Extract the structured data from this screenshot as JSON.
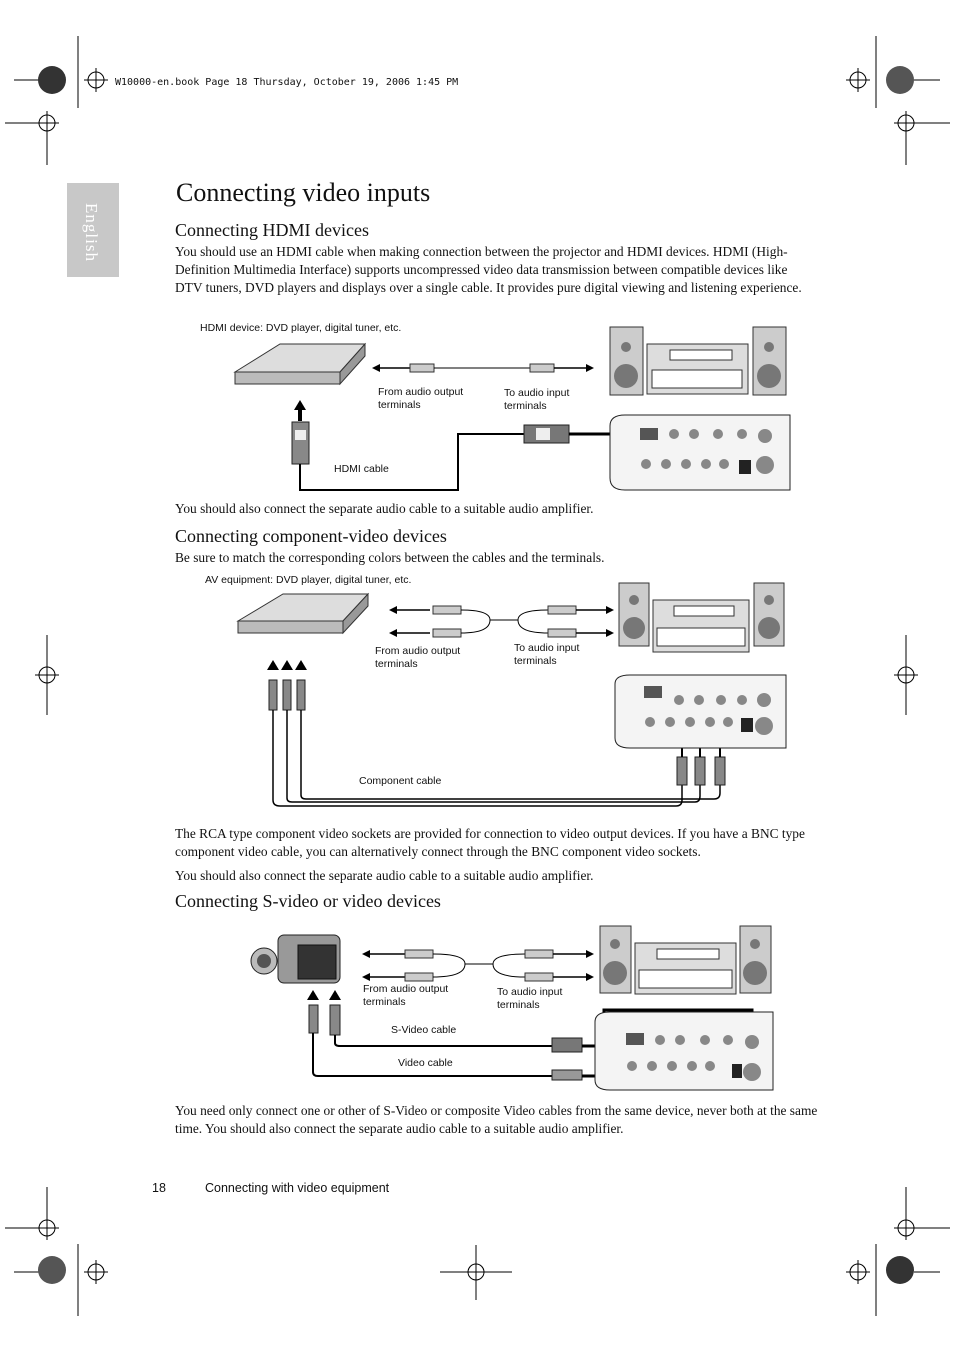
{
  "header_line": "W10000-en.book  Page 18  Thursday, October 19, 2006  1:45 PM",
  "side_tab": "English",
  "title": "Connecting video inputs",
  "hdmi": {
    "heading": "Connecting HDMI devices",
    "para": "You should use an HDMI cable when making connection between the projector and HDMI devices. HDMI (High-Definition Multimedia Interface) supports uncompressed video data transmission between compatible devices like DTV tuners, DVD players and displays over a single cable. It provides pure digital viewing and listening experience.",
    "device_label": "HDMI device: DVD player, digital tuner, etc.",
    "from_audio": "From audio output terminals",
    "to_audio": "To audio input terminals",
    "cable_label": "HDMI cable",
    "after": "You should also connect the separate audio cable to a suitable audio amplifier."
  },
  "component": {
    "heading": "Connecting component-video devices",
    "para": "Be sure to match the corresponding colors between the cables and the terminals.",
    "device_label": "AV equipment: DVD player, digital tuner, etc.",
    "from_audio": "From audio output terminals",
    "to_audio": "To audio input terminals",
    "cable_label": "Component cable",
    "after1": "The RCA type component video sockets are provided for connection to video output devices. If you have a BNC type component video cable, you can alternatively connect through the BNC component video sockets.",
    "after2": "You should also connect the separate audio cable to a suitable audio amplifier."
  },
  "svideo": {
    "heading": "Connecting S-video or video devices",
    "from_audio": "From audio output terminals",
    "to_audio": "To audio input terminals",
    "svideo_cable": "S-Video cable",
    "video_cable": "Video cable",
    "after": "You need only connect one or other of S-Video or composite Video cables from the same device, never both at the same time. You should also connect the separate audio cable to a suitable audio amplifier."
  },
  "footer": {
    "page_number": "18",
    "section": "Connecting with video equipment"
  }
}
